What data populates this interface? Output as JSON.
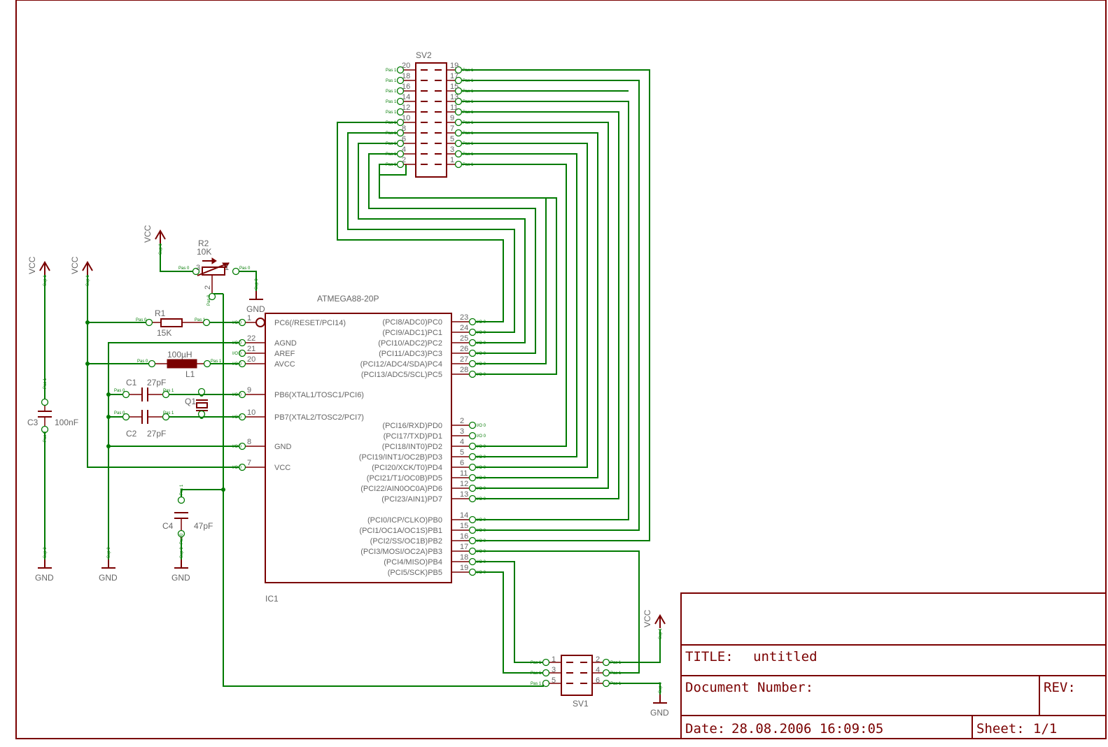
{
  "title_block": {
    "title_label": "TITLE:",
    "title_value": "untitled",
    "document_number_label": "Document Number:",
    "rev_label": "REV:",
    "date_label": "Date:",
    "date_value": "28.08.2006 16:09:05",
    "sheet_label": "Sheet:",
    "sheet_value": "1/1"
  },
  "ic1": {
    "name": "IC1",
    "value": "ATMEGA88-20P",
    "left_pins": [
      {
        "num": "1",
        "label": "PC6(/RESET/PCI14)"
      },
      {
        "num": "22",
        "label": "AGND"
      },
      {
        "num": "21",
        "label": "AREF"
      },
      {
        "num": "20",
        "label": "AVCC"
      },
      {
        "num": "9",
        "label": "PB6(XTAL1/TOSC1/PCI6)"
      },
      {
        "num": "10",
        "label": "PB7(XTAL2/TOSC2/PCI7)"
      },
      {
        "num": "8",
        "label": "GND"
      },
      {
        "num": "7",
        "label": "VCC"
      }
    ],
    "right_pins": [
      {
        "num": "23",
        "label": "(PCI8/ADC0)PC0"
      },
      {
        "num": "24",
        "label": "(PCI9/ADC1)PC1"
      },
      {
        "num": "25",
        "label": "(PCI10/ADC2)PC2"
      },
      {
        "num": "26",
        "label": "(PCI11/ADC3)PC3"
      },
      {
        "num": "27",
        "label": "(PCI12/ADC4/SDA)PC4"
      },
      {
        "num": "28",
        "label": "(PCI13/ADC5/SCL)PC5"
      },
      {
        "num": "2",
        "label": "(PCI16/RXD)PD0"
      },
      {
        "num": "3",
        "label": "(PCI17/TXD)PD1"
      },
      {
        "num": "4",
        "label": "(PCI18/INT0)PD2"
      },
      {
        "num": "5",
        "label": "(PCI19/INT1/OC2B)PD3"
      },
      {
        "num": "6",
        "label": "(PCI20/XCK/T0)PD4"
      },
      {
        "num": "11",
        "label": "(PCI21/T1/OC0B)PD5"
      },
      {
        "num": "12",
        "label": "(PCI22/AIN0OC0A)PD6"
      },
      {
        "num": "13",
        "label": "(PCI23/AIN1)PD7"
      },
      {
        "num": "14",
        "label": "(PCI0/ICP/CLKO)PB0"
      },
      {
        "num": "15",
        "label": "(PCI1/OC1A/OC1S)PB1"
      },
      {
        "num": "16",
        "label": "(PCI2/SS/OC1B)PB2"
      },
      {
        "num": "17",
        "label": "(PCI3/MOSI/OC2A)PB3"
      },
      {
        "num": "18",
        "label": "(PCI4/MISO)PB4"
      },
      {
        "num": "19",
        "label": "(PCI5/SCK)PB5"
      }
    ]
  },
  "sv2": {
    "name": "SV2",
    "left_pins": [
      "20",
      "18",
      "16",
      "14",
      "12",
      "10",
      "8",
      "6",
      "4",
      "2"
    ],
    "right_pins": [
      "19",
      "17",
      "15",
      "13",
      "11",
      "9",
      "7",
      "5",
      "3",
      "1"
    ]
  },
  "sv1": {
    "name": "SV1",
    "left_pins": [
      "1",
      "3",
      "5"
    ],
    "right_pins": [
      "2",
      "4",
      "6"
    ]
  },
  "parts": {
    "r1": {
      "name": "R1",
      "value": "15K"
    },
    "r2": {
      "name": "R2",
      "value": "10K",
      "pins": [
        "3",
        "1",
        "2"
      ]
    },
    "l1": {
      "name": "L1",
      "value": "100µH"
    },
    "c1": {
      "name": "C1",
      "value": "27pF"
    },
    "c2": {
      "name": "C2",
      "value": "27pF"
    },
    "c3": {
      "name": "C3",
      "value": "100nF"
    },
    "c4": {
      "name": "C4",
      "value": "47pF"
    },
    "q1": {
      "name": "Q1"
    }
  },
  "supplies": {
    "vcc": "VCC",
    "gnd": "GND"
  },
  "pad_text": {
    "pas0": "Pas 0",
    "pas1": "Pas 1",
    "io0": "I/O 0",
    "sup0": "Sup 0",
    "sup1": "Sup 1"
  }
}
